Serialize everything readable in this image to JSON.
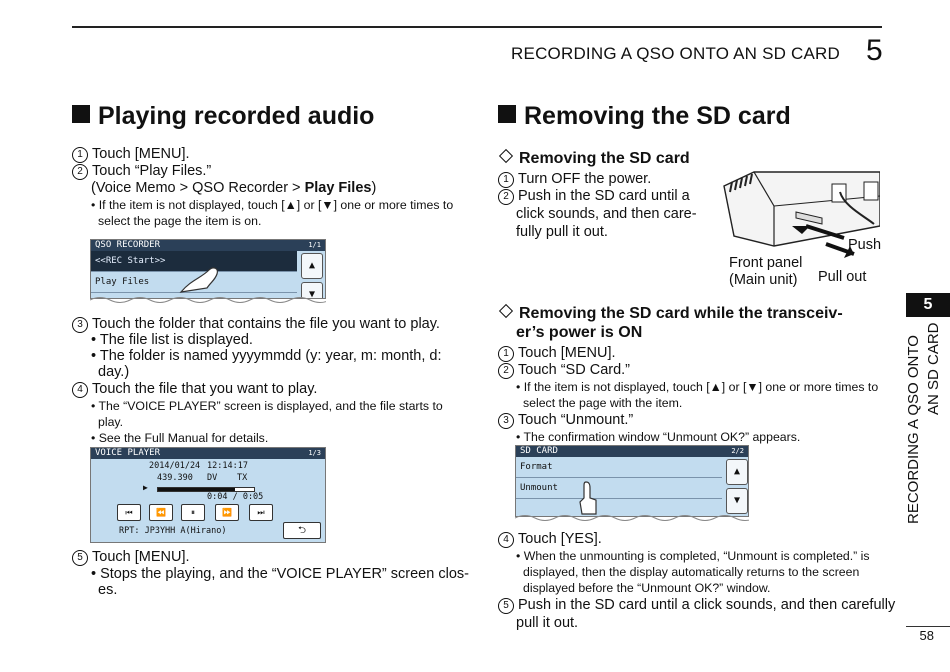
{
  "header": {
    "title": "RECORDING A QSO ONTO AN SD CARD",
    "chapter": "5"
  },
  "side": {
    "tab": "5",
    "line1": "RECORDING A QSO ONTO",
    "line2": "AN SD CARD"
  },
  "page_number": "58",
  "left": {
    "heading": "Playing recorded audio",
    "s1_num": "1",
    "s1": "Touch [MENU].",
    "s2_num": "2",
    "s2": "Touch “Play Files.”",
    "s2_path_a": "(Voice Memo > QSO Recorder > ",
    "s2_path_b": "Play Files",
    "s2_path_c": ")",
    "s2_n1a": "• If the item is not displayed, touch [▲] or [▼] one or more times to",
    "s2_n1b": "select the page the item is on.",
    "qso_screen": {
      "title": "QSO RECORDER",
      "page": "1/1",
      "row1": "<<REC Start>>",
      "row2": "Play Files"
    },
    "s3_num": "3",
    "s3": "Touch the folder that contains the file you want to play.",
    "s3_b1": "• The file list is displayed.",
    "s3_b2a": "• The  folder  is  named  yyyymmdd  (y:  year,  m:  month,  d:",
    "s3_b2b": "day.)",
    "s4_num": "4",
    "s4": "Touch the file that you want to play.",
    "s4_n1a": "• The “VOICE PLAYER” screen is displayed, and the file starts to",
    "s4_n1b": "play.",
    "s4_n2": "• See the Full Manual for details.",
    "vp_screen": {
      "title": "VOICE PLAYER",
      "page": "1/3",
      "date": "2014/01/24",
      "time": "12:14:17",
      "freq": "439.390",
      "mode": "DV",
      "tx": "TX",
      "pos": "0:04 /  0:05",
      "progress": 0.8,
      "rpt": "RPT: JP3YHH A(Hirano)"
    },
    "s5_num": "5",
    "s5": "Touch [MENU].",
    "s5_b1a": "• Stops the playing, and the “VOICE PLAYER” screen clos-",
    "s5_b1b": "es."
  },
  "right": {
    "heading": "Removing the SD card",
    "sub1": "Removing the SD card",
    "r1_num": "1",
    "r1": "Turn OFF the power.",
    "r2_num": "2",
    "r2a": "Push  in  the  SD  card  until  a",
    "r2b": "click  sounds,  and  then  care-",
    "r2c": "fully pull it out.",
    "fig": {
      "push": "Push",
      "pull": "Pull out",
      "panel1": "Front panel",
      "panel2": "(Main unit)"
    },
    "sub2a": "Removing  the  SD  card  while  the  transceiv-",
    "sub2b": "er’s power is ON",
    "q1_num": "1",
    "q1": "Touch [MENU].",
    "q2_num": "2",
    "q2": "Touch “SD Card.”",
    "q2_n1a": "• If the item is not displayed, touch [▲] or [▼] one or more times to",
    "q2_n1b": "select the page with the item.",
    "q3_num": "3",
    "q3": "Touch “Unmount.”",
    "q3_n1": "• The confirmation window “Unmount OK?” appears.",
    "sd_screen": {
      "title": "SD CARD",
      "page": "2/2",
      "row1": "Format",
      "row2": "Unmount"
    },
    "q4_num": "4",
    "q4": "Touch [YES].",
    "q4_n1a": "• When the unmounting is completed, “Unmount is completed.” is",
    "q4_n1b": "displayed,  then  the  display  automatically  returns  to  the  screen",
    "q4_n1c": "displayed before the “Unmount OK?” window.",
    "q5_num": "5",
    "q5a": "Push in the SD card until a click sounds, and then carefully",
    "q5b": "pull it out."
  }
}
